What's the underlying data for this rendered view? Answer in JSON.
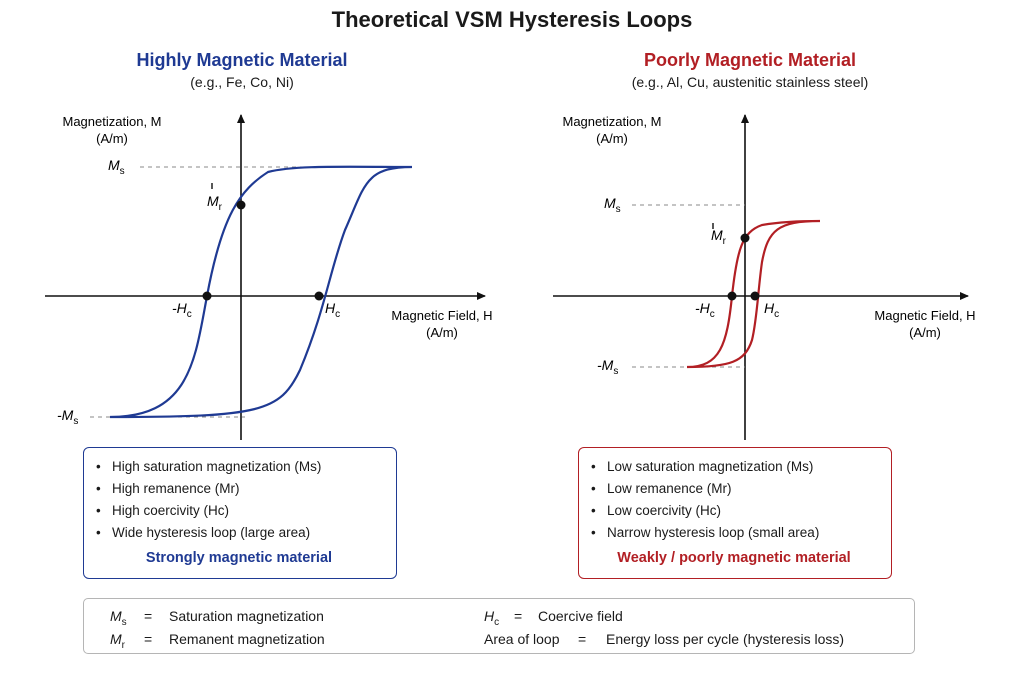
{
  "title": "Theoretical VSM Hysteresis Loops",
  "left_panel": {
    "heading": "Highly Magnetic Material",
    "examples": "(e.g., Fe, Co, Ni)",
    "y_axis_label_line1": "Magnetization, M",
    "y_axis_label_line2": "(A/m)",
    "x_axis_label_line1": "Magnetic Field, H",
    "x_axis_label_line2": "(A/m)",
    "label_ms": "M",
    "label_ms_sub": "s",
    "label_neg_ms": "-M",
    "label_neg_ms_sub": "s",
    "label_mr": "M",
    "label_mr_sub": "r",
    "label_hc": "H",
    "label_hc_sub": "c",
    "label_neg_hc": "-H",
    "label_neg_hc_sub": "c",
    "loop_color": "#1f3a93",
    "bullets": [
      "High saturation magnetization (Ms)",
      "High remanence (Mr)",
      "High coercivity (Hc)",
      "Wide hysteresis loop (large area)"
    ],
    "summary": "Strongly magnetic material"
  },
  "right_panel": {
    "heading": "Poorly Magnetic Material",
    "examples": "(e.g., Al, Cu, austenitic stainless steel)",
    "y_axis_label_line1": "Magnetization, M",
    "y_axis_label_line2": "(A/m)",
    "x_axis_label_line1": "Magnetic Field, H",
    "x_axis_label_line2": "(A/m)",
    "label_ms": "M",
    "label_ms_sub": "s",
    "label_neg_ms": "-M",
    "label_neg_ms_sub": "s",
    "label_mr": "M",
    "label_mr_sub": "r",
    "label_hc": "H",
    "label_hc_sub": "c",
    "label_neg_hc": "-H",
    "label_neg_hc_sub": "c",
    "loop_color": "#b21f24",
    "bullets": [
      "Low saturation magnetization (Ms)",
      "Low remanence (Mr)",
      "Low coercivity (Hc)",
      "Narrow hysteresis loop (small area)"
    ],
    "summary": "Weakly / poorly magnetic material"
  },
  "legend": {
    "ms_symbol": "M",
    "ms_sub": "s",
    "ms_eq": "=",
    "ms_text": "Saturation magnetization",
    "mr_symbol": "M",
    "mr_sub": "r",
    "mr_eq": "=",
    "mr_text": "Remanent magnetization",
    "hc_symbol": "H",
    "hc_sub": "c",
    "hc_eq": "=",
    "hc_text": "Coercive field",
    "area_label": "Area of loop",
    "area_eq": "=",
    "area_text": "Energy loss per cycle (hysteresis loss)"
  }
}
